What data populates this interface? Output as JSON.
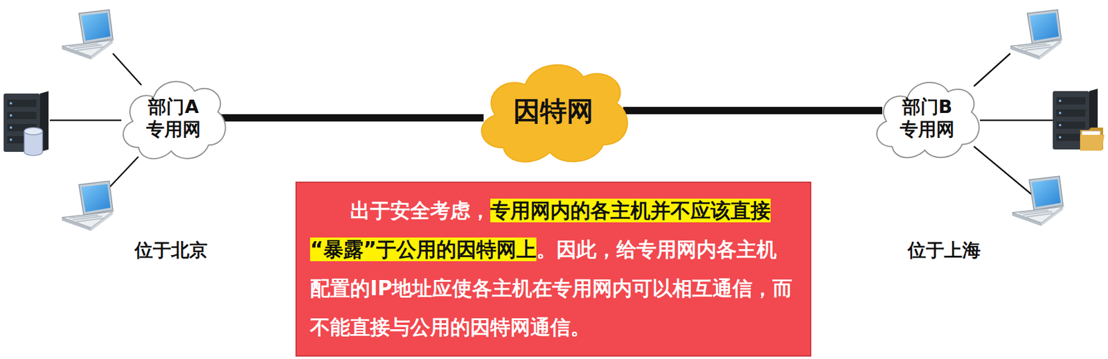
{
  "diagram": {
    "nodes": [
      {
        "text": [
          "部门A 专用网"
        ]
      },
      {
        "text": [
          "因特网"
        ]
      },
      {
        "text": [
          "部门B 专用网"
        ]
      },
      {
        "text": [
          "出于安全考虑，",
          "专用网内的各主机并不应该直接“暴露”于公用的因特网上",
          "。因此，给专用网内各主机配置的IP地址应使各主机在专用网内可以相互通信，而不能直接与公用的因特网通信。"
        ]
      }
    ],
    "edges": [
      {
        "from": 0,
        "to": 1,
        "arrow": "none"
      },
      {
        "from": 1,
        "to": 2,
        "arrow": "none"
      }
    ],
    "labels": [
      "位于北京",
      "位于上海"
    ]
  }
}
